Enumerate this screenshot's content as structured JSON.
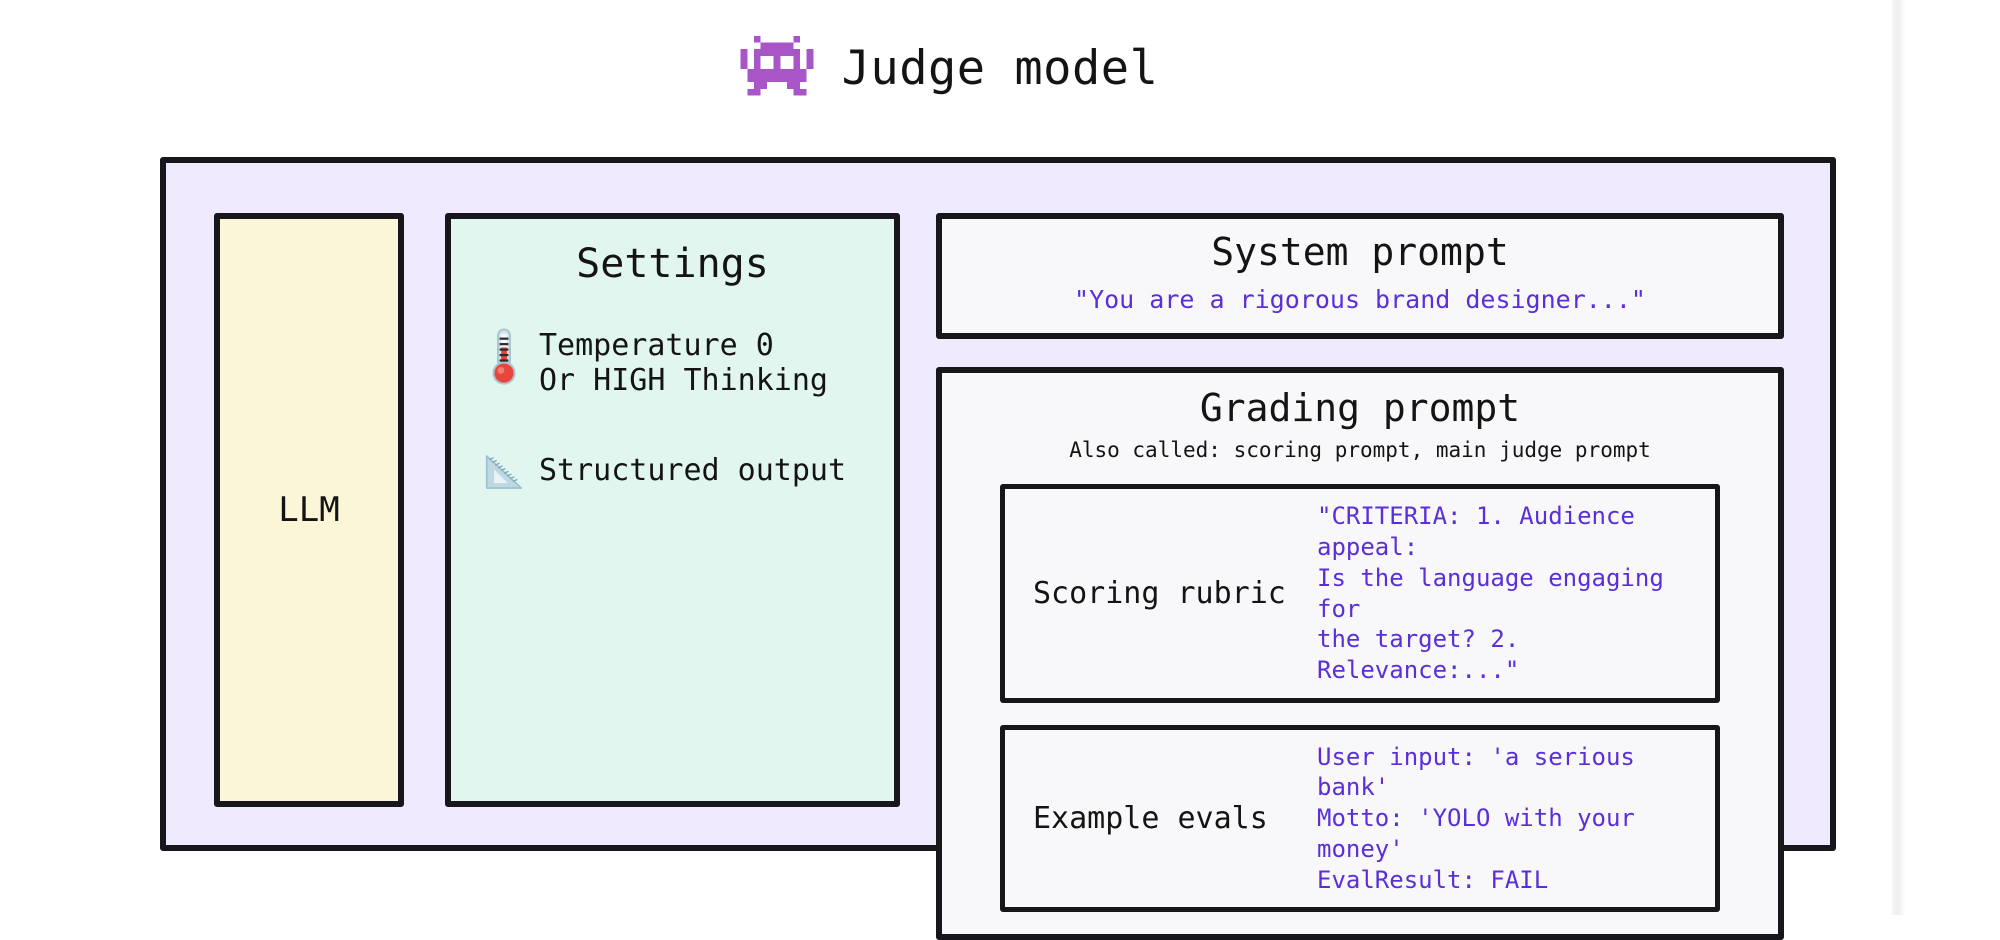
{
  "header": {
    "icon": "alien-monster-icon",
    "icon_color": "#A855C8",
    "title": "Judge model"
  },
  "colors": {
    "outer_panel": "#EFEAFD",
    "llm_panel": "#FCF6D9",
    "settings_panel": "#E1F6EF",
    "prompt_panel": "#F8F8FA",
    "stroke": "#17171B",
    "accent_text": "#5A2FD8",
    "body_text": "#141414"
  },
  "llm": {
    "label": "LLM"
  },
  "settings": {
    "title": "Settings",
    "rows": [
      {
        "icon": "thermometer-icon",
        "text": "Temperature 0\nOr HIGH Thinking"
      },
      {
        "icon": "triangular-ruler-icon",
        "text": "Structured output"
      }
    ]
  },
  "system_prompt": {
    "title": "System prompt",
    "value": "\"You are a rigorous brand designer...\""
  },
  "grading_prompt": {
    "title": "Grading prompt",
    "subtitle": "Also called: scoring prompt, main judge prompt",
    "cards": [
      {
        "label": "Scoring rubric",
        "value": "\"CRITERIA: 1. Audience appeal:\nIs the language engaging for\nthe target? 2. Relevance:...\""
      },
      {
        "label": "Example evals",
        "value": "User input: 'a serious bank'\nMotto: 'YOLO with your money'\nEvalResult: FAIL"
      }
    ]
  }
}
